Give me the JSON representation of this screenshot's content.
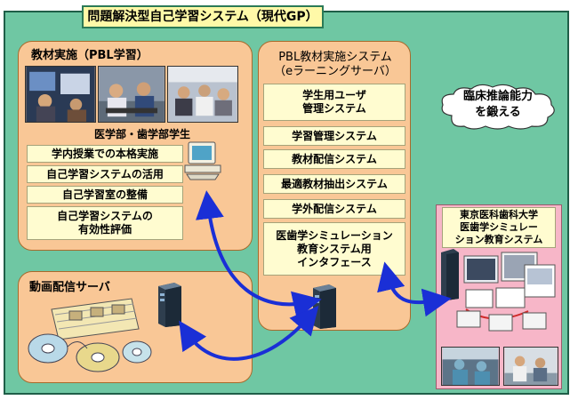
{
  "title": "問題解決型自己学習システム（現代GP）",
  "left_panel": {
    "title": "教材実施（PBL学習）",
    "student_label": "医学部・歯学部学生",
    "items": [
      "学内授業での本格実施",
      "自己学習システムの活用",
      "自己学習室の整備",
      "自己学習システムの\n有効性評価"
    ]
  },
  "center_panel": {
    "title_line1": "PBL教材実施システム",
    "title_line2": "（eラーニングサーバ）",
    "items": [
      "学生用ユーザ\n管理システム",
      "学習管理システム",
      "教材配信システム",
      "最適教材抽出システム",
      "学外配信システム",
      "医歯学シミュレーション\n教育システム用\nインタフェース"
    ]
  },
  "video_panel": {
    "title": "動画配信サーバ"
  },
  "cloud": {
    "text": "臨床推論能力\nを鍛える"
  },
  "tmd_panel": {
    "title": "東京医科歯科大学\n医歯学シミュレー\nション教育システム"
  },
  "colors": {
    "background": "#6fc7a3",
    "panel": "#f9c796",
    "box": "#fffcd0",
    "title_box": "#fff9a8",
    "pink_panel": "#f7b6c8",
    "arrow": "#1a2fd6"
  }
}
